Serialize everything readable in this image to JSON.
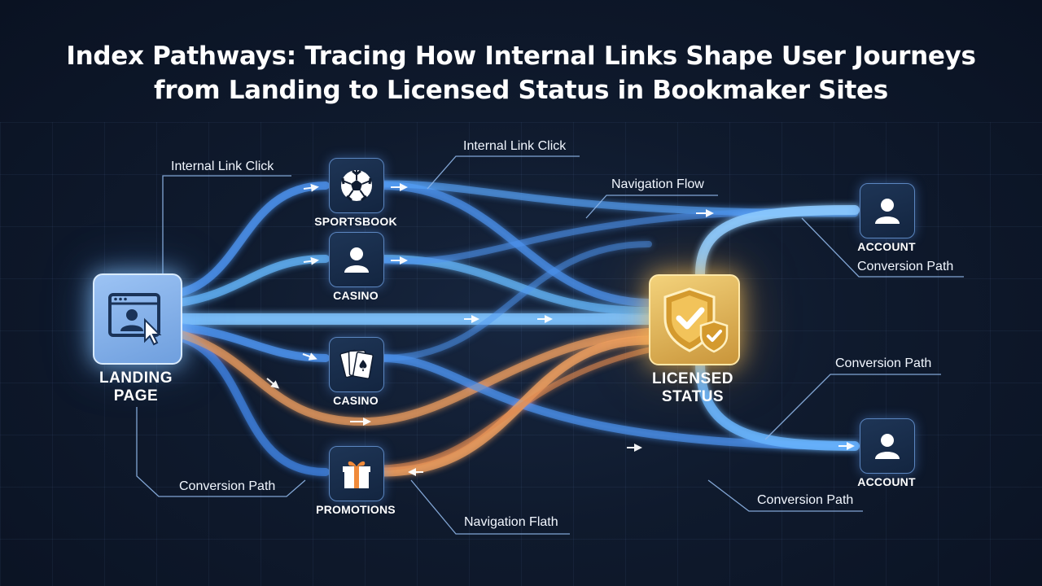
{
  "title": {
    "line1": "Index Pathways: Tracing How Internal Links Shape User Journeys",
    "line2": "from Landing to Licensed Status in Bookmaker Sites"
  },
  "nodes": {
    "landing": {
      "line1": "LANDING",
      "line2": "PAGE",
      "icon": "browser-cursor-icon"
    },
    "sportsbook": {
      "label": "SPORTSBOOK",
      "icon": "soccer-ball-icon"
    },
    "casino1": {
      "label": "CASINO",
      "icon": "user-icon"
    },
    "casino2": {
      "label": "CASINO",
      "icon": "playing-cards-icon"
    },
    "promotions": {
      "label": "PROMOTIONS",
      "icon": "gift-icon"
    },
    "licensed": {
      "line1": "LICENSED",
      "line2": "STATUS",
      "icon": "shield-check-icon"
    },
    "account1": {
      "label": "ACCOUNT",
      "icon": "user-icon"
    },
    "account2": {
      "label": "ACCOUNT",
      "icon": "user-icon"
    }
  },
  "annotations": {
    "a1": "Internal Link Click",
    "a2": "Internal Link Click",
    "a3": "Navigation Flow",
    "a4": "Conversion Path",
    "a5": "Conversion Path",
    "a6": "Conversion Path",
    "a7": "Navigation Flath",
    "a8": "Conversion Path"
  },
  "colors": {
    "blue_flow": "#5aa8ff",
    "orange_flow": "#f0a060",
    "gold_accent": "#e8b54a",
    "background": "#0f1a2d"
  }
}
